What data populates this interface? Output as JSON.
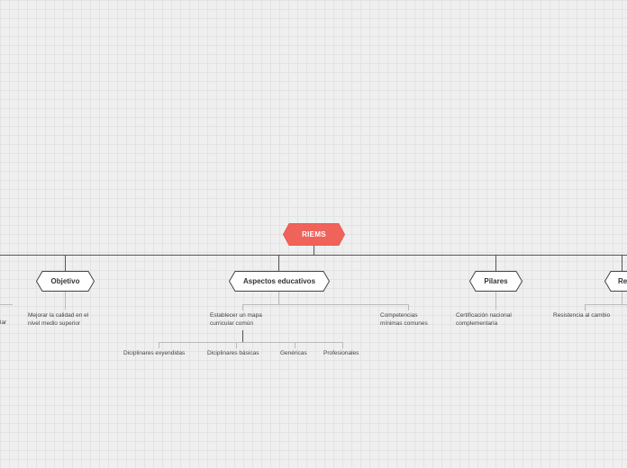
{
  "root": {
    "label": "RIEMS",
    "color": "#f0635b"
  },
  "topics": [
    {
      "label": "Objetivo"
    },
    {
      "label": "Aspectos educativos"
    },
    {
      "label": "Pilares"
    },
    {
      "label": "Re"
    }
  ],
  "leaves": {
    "cut_left": "lar",
    "objetivo": [
      "Mejorar la calidad en el",
      "nivel medio superior"
    ],
    "mapa": [
      "Establecer un mapa",
      "curricular común"
    ],
    "competencias": [
      "Competencias",
      "mínimas comunes"
    ],
    "certificacion": [
      "Certificación nacional",
      "complementaria"
    ],
    "resistencia": [
      "Resistencia al cambio"
    ]
  },
  "subleaves": [
    {
      "label": "Diciplinares exyendidas"
    },
    {
      "label": "Diciplinares básicas"
    },
    {
      "label": "Genéricas"
    },
    {
      "label": "Profesionales"
    }
  ]
}
